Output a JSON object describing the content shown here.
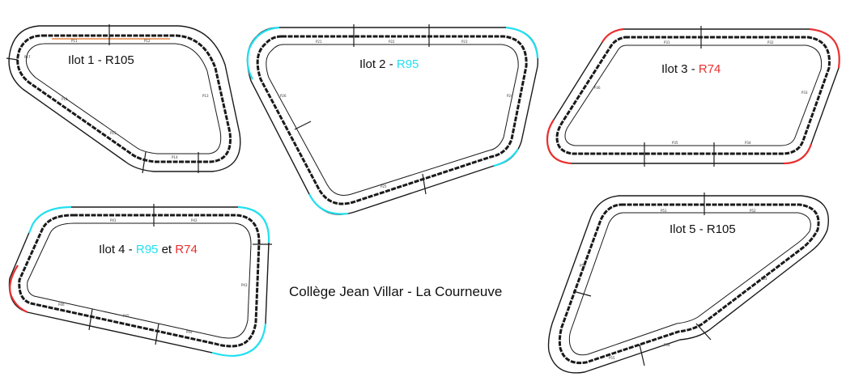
{
  "title": "Collège Jean Villar - La Courneuve",
  "colors": {
    "track": "#1a1a1a",
    "R95": "#22e0f0",
    "R74": "#e83030",
    "R105": "#1a1a1a",
    "insert": "#e06a1a"
  },
  "ilots": [
    {
      "name": "Ilot 1",
      "radii": [
        {
          "text": "R105",
          "color": "#111111"
        }
      ]
    },
    {
      "name": "Ilot 2",
      "radii": [
        {
          "text": "R95",
          "color": "#22e0f0"
        }
      ]
    },
    {
      "name": "Ilot 3",
      "radii": [
        {
          "text": "R74",
          "color": "#e83030"
        }
      ]
    },
    {
      "name": "Ilot 4",
      "radii": [
        {
          "text": "R95",
          "color": "#22e0f0"
        },
        {
          "text": "R74",
          "color": "#e83030"
        }
      ],
      "joiner": "et"
    },
    {
      "name": "Ilot 5",
      "radii": [
        {
          "text": "R105",
          "color": "#111111"
        }
      ]
    }
  ],
  "separator": " - ",
  "segment_labels": {
    "ilot1": [
      "P11",
      "P12",
      "P13",
      "P14",
      "P15",
      "P16",
      "P17"
    ],
    "ilot2": [
      "P21",
      "P22",
      "P23",
      "P24",
      "P25",
      "P26"
    ],
    "ilot3": [
      "P31",
      "P32",
      "P33",
      "P34",
      "P35",
      "P36"
    ],
    "ilot4": [
      "P41",
      "P42",
      "P43",
      "P44",
      "P45",
      "P46"
    ],
    "ilot5": [
      "P51",
      "P52",
      "P53",
      "P54",
      "P55",
      "P56"
    ]
  }
}
